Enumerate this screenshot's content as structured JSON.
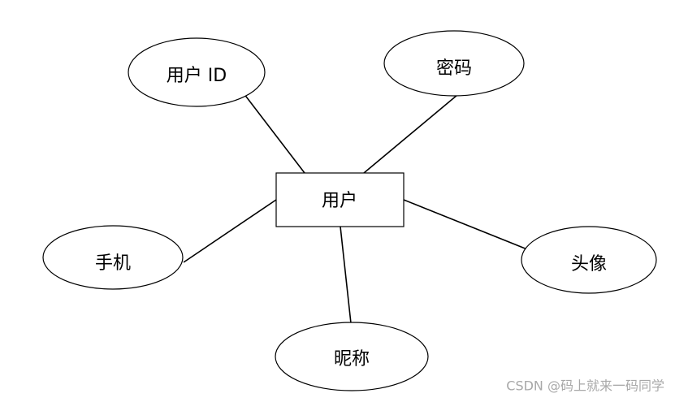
{
  "diagram": {
    "type": "er-entity-attributes",
    "entity": {
      "label": "用户"
    },
    "attributes": [
      {
        "id": "user-id",
        "label": "用户 ID"
      },
      {
        "id": "password",
        "label": "密码"
      },
      {
        "id": "phone",
        "label": "手机"
      },
      {
        "id": "nickname",
        "label": "昵称"
      },
      {
        "id": "avatar",
        "label": "头像"
      }
    ],
    "colors": {
      "stroke": "#000000",
      "fill": "#ffffff",
      "watermark": "#a8a8a8"
    }
  },
  "watermark": {
    "text": "CSDN @码上就来一码同学"
  }
}
